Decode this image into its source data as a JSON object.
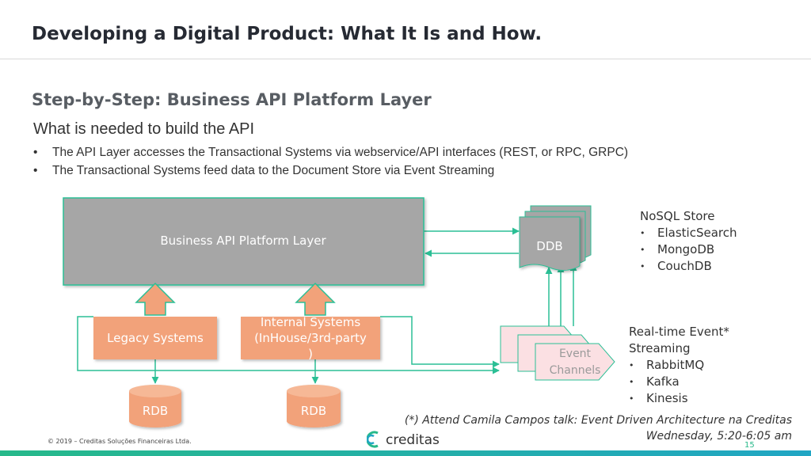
{
  "header": {
    "title": "Developing a Digital Product: What It Is and How."
  },
  "subtitle": "Step-by-Step: Business API Platform Layer",
  "intro": {
    "heading": "What is needed to build the API",
    "bullets": [
      "The API Layer accesses the Transactional Systems via webservice/API interfaces (REST, or RPC, GRPC)",
      "The Transactional Systems feed data to the Document Store via Event Streaming"
    ]
  },
  "diagram": {
    "platform_label": "Business API Platform Layer",
    "legacy_label": "Legacy Systems",
    "internal_label_lines": [
      "Internal Systems",
      "(InHouse/3rd-party",
      ")"
    ],
    "rdb_left_label": "RDB",
    "rdb_right_label": "RDB",
    "ddb_label": "DDB",
    "event_label_lines": [
      "Event",
      "Channels"
    ],
    "colors": {
      "platform_fill": "#a6a6a6",
      "system_fill": "#f2a27a",
      "event_fill": "#fbe0e3",
      "line": "#2bbf95"
    }
  },
  "nosql": {
    "title": "NoSQL Store",
    "items": [
      "ElasticSearch",
      "MongoDB",
      "CouchDB"
    ]
  },
  "streaming": {
    "title_lines": [
      "Real-time Event*",
      "Streaming"
    ],
    "items": [
      "RabbitMQ",
      "Kafka",
      "Kinesis"
    ]
  },
  "footer": {
    "note_line1": "(*) Attend Camila Campos talk: Event Driven Architecture na Creditas",
    "note_line2": "Wednesday, 5:20-6:05 am",
    "copyright": "© 2019 – Creditas Soluções Financeiras Ltda.",
    "logo_text": "creditas",
    "page_number": "15",
    "bar_colors": [
      "#27b98a",
      "#21a6c4"
    ]
  }
}
